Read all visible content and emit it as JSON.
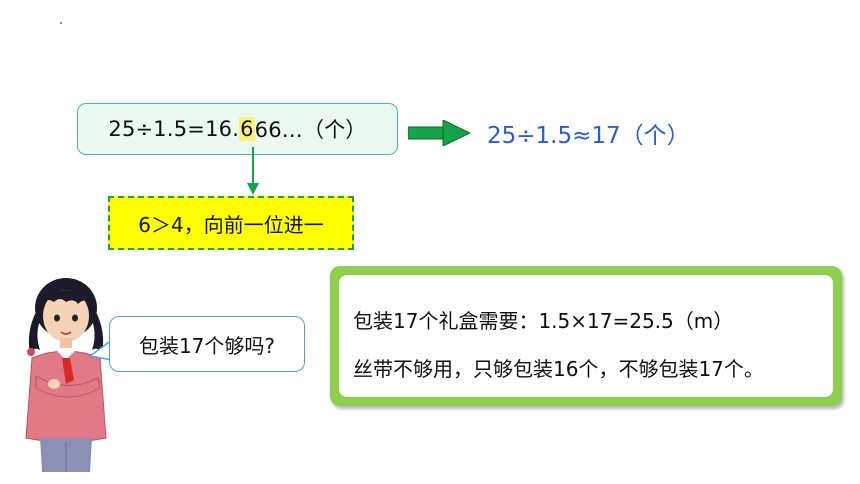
{
  "calc": {
    "before": "25÷1.5=16.",
    "highlight": "6",
    "after": "66…（个）"
  },
  "approx_result": "25÷1.5≈17（个）",
  "rule_text": "6＞4，向前一位进一",
  "speech_bubble": "包装17个够吗?",
  "answer": {
    "line1": "包装17个礼盒需要：1.5×17=25.5（m）",
    "line2": "丝带不够用，只够包装16个，不够包装17个。"
  },
  "colors": {
    "highlight": "#fff27a",
    "blue_text": "#2a5bd7",
    "green_arrow": "#16a34a",
    "frame_green": "#8dcf4f",
    "rule_box_fill": "#ffff00"
  },
  "icons": [
    "right-arrow-icon",
    "down-arrow-icon",
    "girl-illustration"
  ]
}
